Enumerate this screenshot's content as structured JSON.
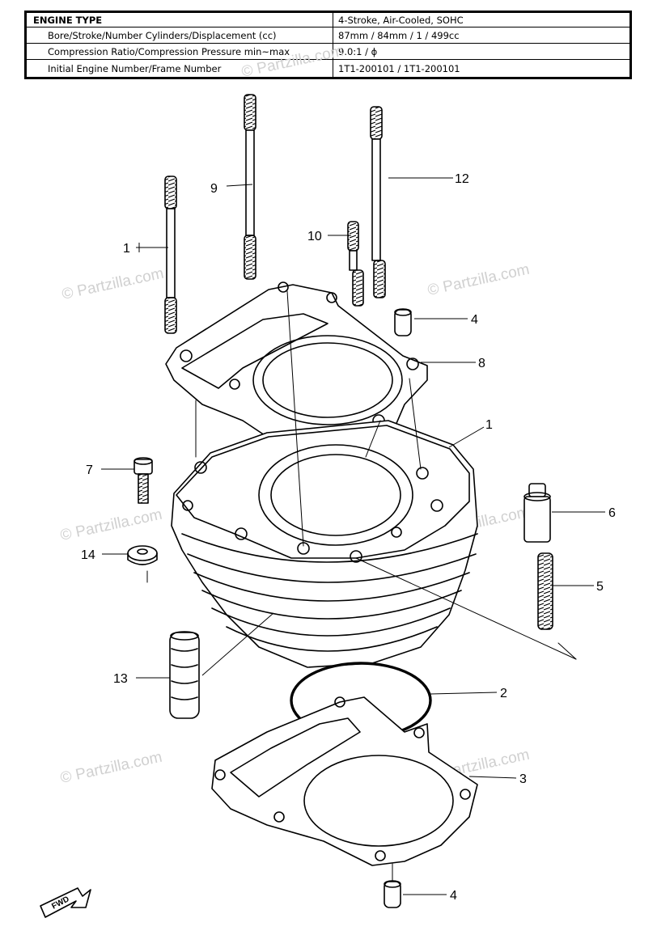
{
  "spec_table": {
    "rows": [
      {
        "label": "ENGINE TYPE",
        "value": "4-Stroke, Air-Cooled, SOHC"
      },
      {
        "label": "Bore/Stroke/Number Cylinders/Displacement (cc)",
        "value": "87mm / 84mm / 1 / 499cc"
      },
      {
        "label": "Compression Ratio/Compression Pressure min~max",
        "value": "9.0:1 / ϕ"
      },
      {
        "label": "Initial Engine Number/Frame Number",
        "value": "1T1-200101 / 1T1-200101"
      }
    ]
  },
  "callouts": [
    "1",
    "9",
    "12",
    "10",
    "4",
    "8",
    "1",
    "7",
    "6",
    "14",
    "5",
    "13",
    "2",
    "3",
    "4"
  ],
  "watermarks": [
    "© Partzilla.com",
    "© Partzilla.com",
    "© Partzilla.com",
    "© Partzilla.com",
    "© Partzilla.com",
    "© Partzilla.com"
  ],
  "fwd_label": "FWD",
  "colors": {
    "line": "#000000",
    "watermark": "#d0d0d0",
    "background": "#ffffff"
  }
}
